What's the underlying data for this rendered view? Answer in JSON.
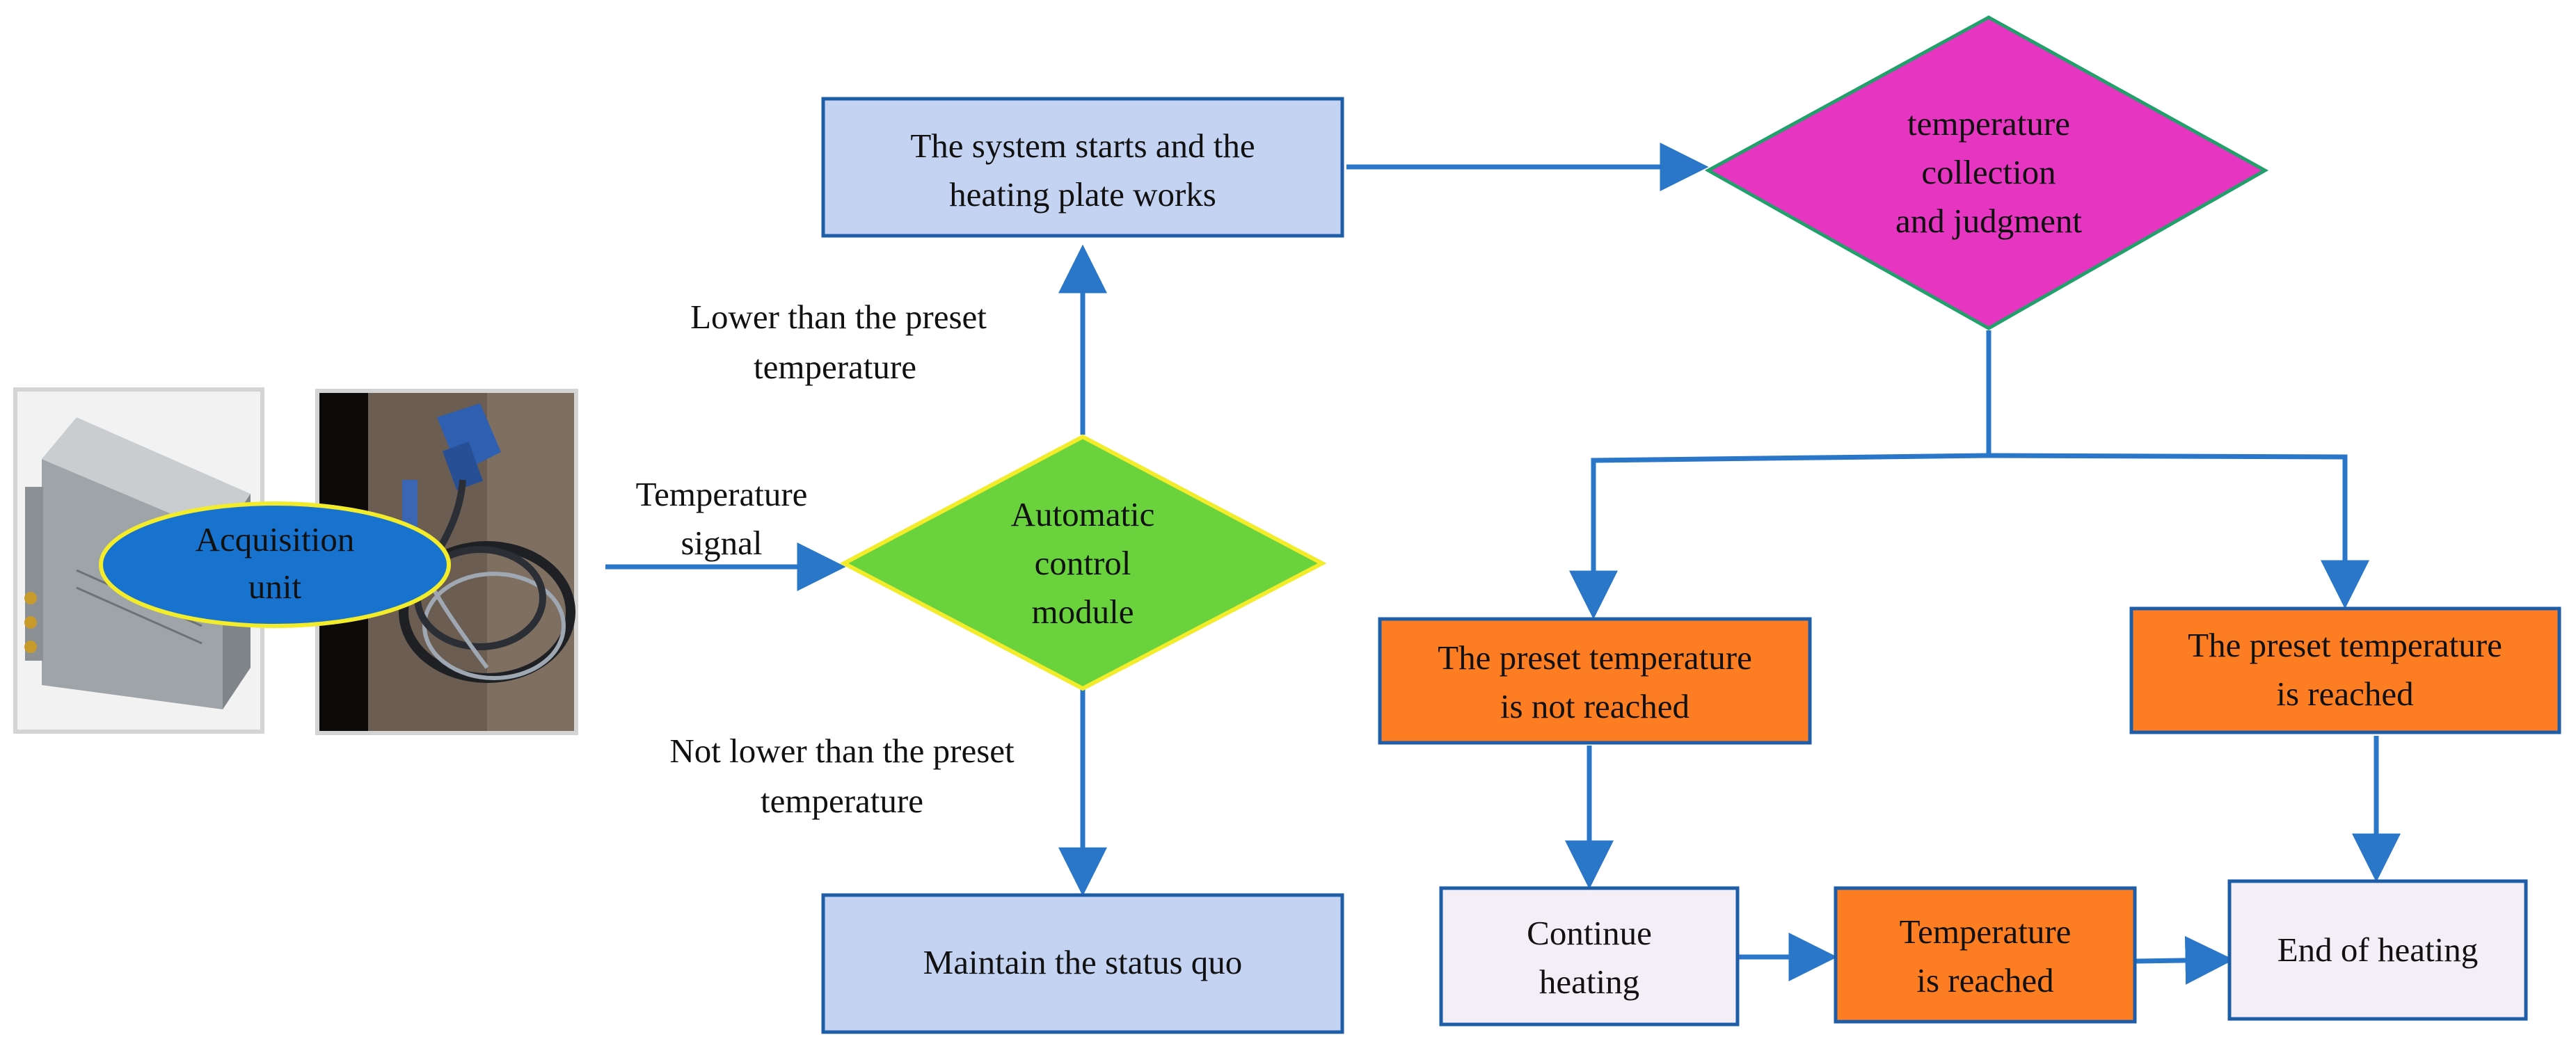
{
  "colors": {
    "edge": "#2a77c9",
    "box_blue_fill": "#c5d3f2",
    "box_blue_stroke": "#1e5ea8",
    "orange_fill": "#fd7e22",
    "orange_stroke": "#1e5ea8",
    "lavender_fill": "#f4eef6",
    "magenta_fill": "#e535c1",
    "magenta_stroke": "#22a06b",
    "green_fill": "#6ad23c",
    "green_stroke": "#f2ec2a",
    "ellipse_fill": "#1873cf",
    "ellipse_stroke": "#f2ec2a"
  },
  "nodes": {
    "acquisition_unit": [
      "Acquisition",
      "unit"
    ],
    "automatic_control": [
      "Automatic",
      "control",
      "module"
    ],
    "system_starts": [
      "The system starts and the",
      "heating plate works"
    ],
    "maintain_status": [
      "Maintain the status quo"
    ],
    "temp_judgment": [
      "temperature",
      "collection",
      "and judgment"
    ],
    "preset_not_reached": [
      "The preset temperature",
      "is not reached"
    ],
    "preset_reached": [
      "The preset temperature",
      "is  reached"
    ],
    "continue_heating": [
      "Continue",
      "heating"
    ],
    "temperature_reached": [
      "Temperature",
      "is reached"
    ],
    "end_heating": [
      "End of heating"
    ]
  },
  "edge_labels": {
    "temperature_signal": [
      "Temperature",
      "signal"
    ],
    "lower_than_preset": [
      "Lower than the preset",
      "temperature"
    ],
    "not_lower_than_preset": [
      "Not lower than the preset",
      "temperature"
    ]
  }
}
